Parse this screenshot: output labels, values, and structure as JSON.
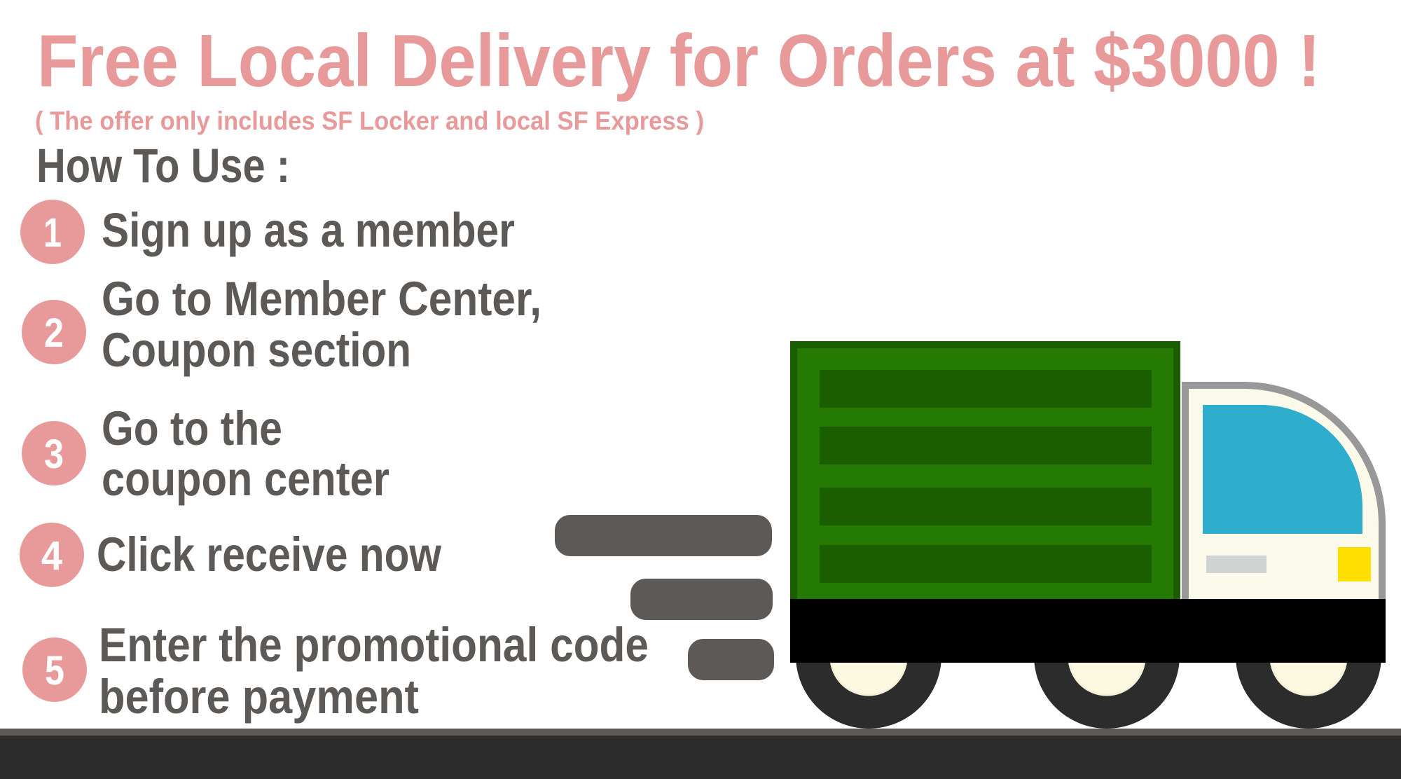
{
  "header": {
    "title": "Free Local Delivery for Orders at $3000 !",
    "subtitle": "( The offer only includes SF Locker and local SF Express )",
    "how_to_use_label": "How To Use :"
  },
  "steps": [
    {
      "number": "1",
      "lines": [
        "Sign up as a member"
      ]
    },
    {
      "number": "2",
      "lines": [
        "Go to Member Center,",
        "Coupon section"
      ]
    },
    {
      "number": "3",
      "lines": [
        "Go to the",
        "coupon center"
      ]
    },
    {
      "number": "4",
      "lines": [
        "Click receive now"
      ]
    },
    {
      "number": "5",
      "lines": [
        "Enter the promotional code",
        "before payment"
      ]
    }
  ],
  "illustration": {
    "subject": "delivery-truck",
    "speed_lines": 3,
    "wheels": 3
  },
  "colors": {
    "accent_pink": "#e89a9a",
    "text_gray": "#5d5956",
    "cargo_green": "#257a04",
    "cargo_green_dark": "#1b5e00",
    "cab_fill": "#faf9ea",
    "cab_border": "#989898",
    "window_blue": "#2eaecc",
    "headlight_yellow": "#ffdf00",
    "lamp_gray": "#d2d3d3",
    "chassis_black": "#000000",
    "tire_dark": "#2c2c2c",
    "hub_cream": "#fdf9e1",
    "road_dark": "#2c2c2c",
    "road_edge": "#5d5956",
    "background": "#ffffff"
  }
}
